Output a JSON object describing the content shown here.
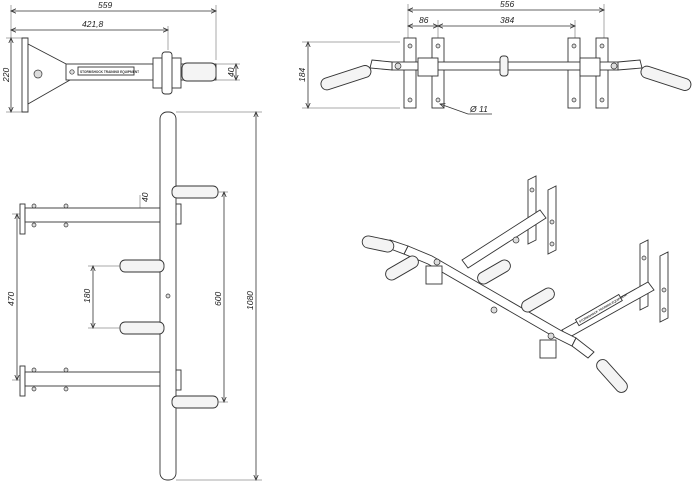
{
  "top_view": {
    "dims": {
      "total_length": "559",
      "arm_length": "421,8",
      "bracket_height": "220",
      "bar_offset": "40"
    },
    "brand_label": "STORMSHOCK TRAINING EQUIPMENT"
  },
  "front_view": {
    "dims": {
      "total_width": "556",
      "bracket_spacing": "384",
      "bracket_width": "86",
      "height": "184",
      "hole_diameter": "Ø 11"
    }
  },
  "side_view": {
    "dims": {
      "arm_gap": "470",
      "bar_offset": "40",
      "inner_handle_spacing": "180",
      "outer_handle_spacing": "600",
      "bar_length": "1080"
    }
  },
  "iso_view": {
    "brand_label": "STORMSHOCK TRAINING EQUIPMENT"
  }
}
